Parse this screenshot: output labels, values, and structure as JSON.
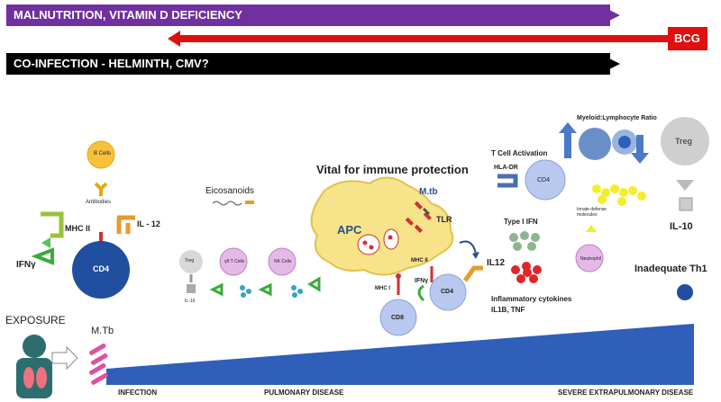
{
  "arrows": {
    "malnutrition": {
      "label": "MALNUTRITION, VITAMIN D DEFICIENCY",
      "color": "#7030a0"
    },
    "bcg": {
      "label": "BCG",
      "color": "#e01010"
    },
    "coinfection": {
      "label": "CO-INFECTION - HELMINTH, CMV?",
      "color": "#000000"
    }
  },
  "left_panel": {
    "b_cells": "B Cells",
    "antibodies": "Antibodies",
    "mhc2": "MHC II",
    "il12": "IL - 12",
    "ifn": "IFNγ",
    "cd4": "CD4"
  },
  "mid_left": {
    "eicosanoids": "Eicosanoids",
    "treg": "Treg",
    "il10": "IL-10",
    "gd": "γδ T Cells",
    "nk": "NK Cells"
  },
  "center": {
    "title": "Vital for immune protection",
    "mtb": "M.tb",
    "tlr": "TLR",
    "apc": "APC",
    "mhc2": "MHC II",
    "mhc1": "MHC I",
    "ifn": "IFNγ",
    "cd4": "CD4",
    "cd8": "CD8",
    "il12": "IL12"
  },
  "right": {
    "t_activation": "T Cell Activation",
    "hla": "HLA-DR",
    "cd4": "CD4",
    "ratio": "Myeloid:Lymphocyte Ratio",
    "treg": "Treg",
    "il10": "IL-10",
    "type1ifn": "Type I IFN",
    "inflam": "Inflammatory cytokines",
    "inflam2": "IL1B, TNF",
    "innate": "Innate defense molecules",
    "neutrophil": "Neutrophil",
    "inadequate": "Inadequate Th1"
  },
  "bottom": {
    "exposure": "EXPOSURE",
    "mtb": "M.Tb",
    "infection": "INFECTION",
    "pulmonary": "PULMONARY DISEASE",
    "severe": "SEVERE EXTRAPULMONARY DISEASE"
  },
  "colors": {
    "wedge": "#2f5fb8",
    "cd4": "#1f4f9e",
    "apc": "#f7e48a"
  }
}
